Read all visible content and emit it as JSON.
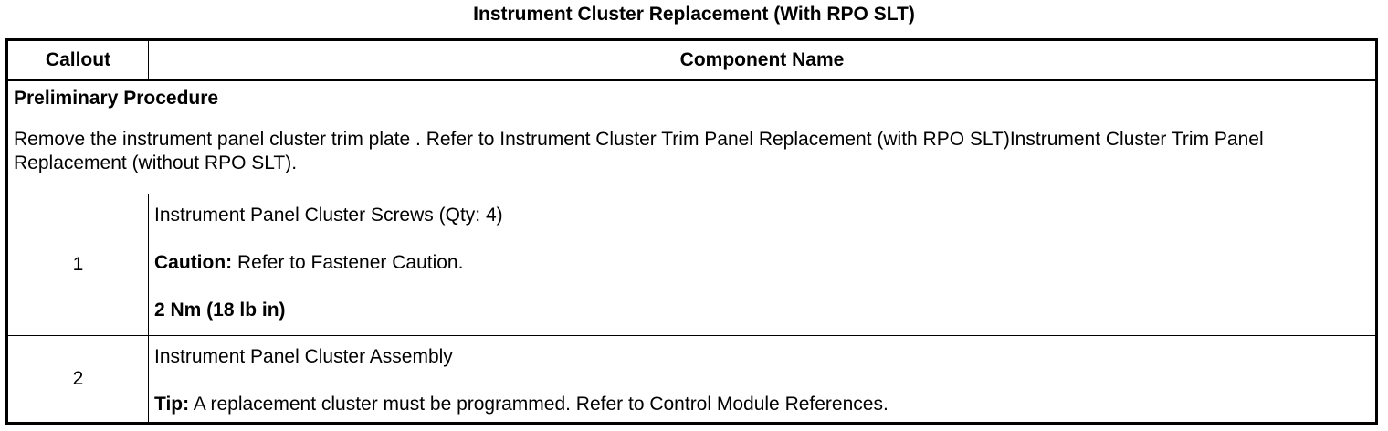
{
  "document": {
    "title": "Instrument Cluster Replacement (With RPO SLT)"
  },
  "table": {
    "headers": {
      "callout": "Callout",
      "component": "Component Name"
    },
    "preliminary": {
      "heading": "Preliminary Procedure",
      "text": "Remove the instrument panel cluster trim plate . Refer to Instrument Cluster Trim Panel Replacement (with RPO SLT)Instrument Cluster Trim Panel Replacement (without RPO SLT)."
    },
    "rows": [
      {
        "callout": "1",
        "name": "Instrument Panel Cluster Screws (Qty: 4)",
        "note_label": "Caution:",
        "note_text": " Refer to Fastener Caution.",
        "torque": "2 Nm (18 lb in)"
      },
      {
        "callout": "2",
        "name": "Instrument Panel Cluster Assembly",
        "note_label": "Tip:",
        "note_text": " A replacement cluster must be programmed. Refer to Control Module References."
      }
    ]
  }
}
